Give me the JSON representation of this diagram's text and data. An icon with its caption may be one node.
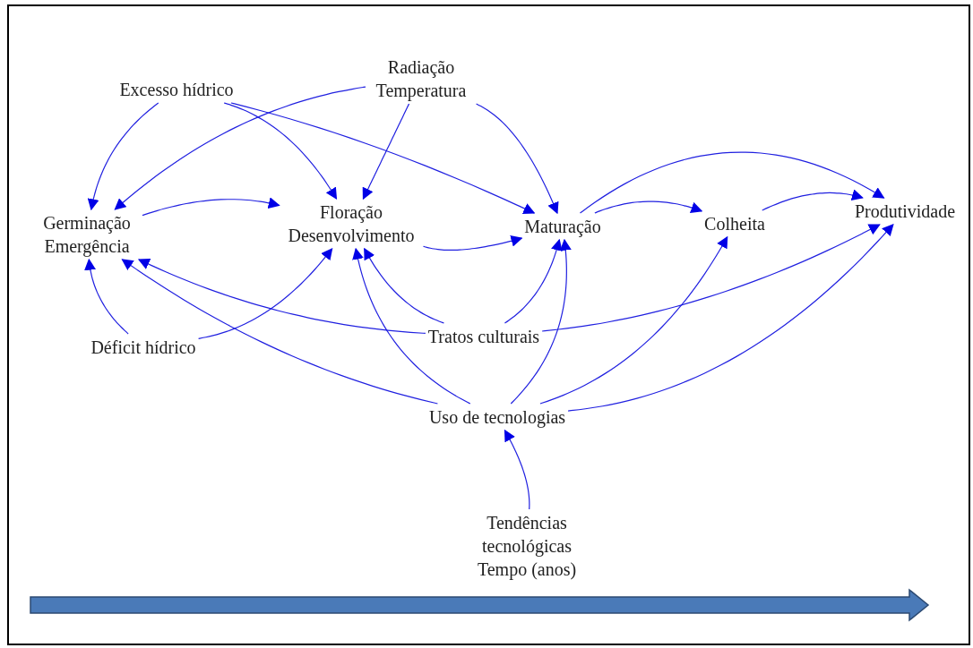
{
  "diagram": {
    "nodes": [
      {
        "text": [
          "Excesso hídrico"
        ]
      },
      {
        "text": [
          "Radiação Temperatura"
        ]
      },
      {
        "text": [
          "Germinação Emergência"
        ]
      },
      {
        "text": [
          "Floração Desenvolvimento"
        ]
      },
      {
        "text": [
          "Maturação"
        ]
      },
      {
        "text": [
          "Colheita"
        ]
      },
      {
        "text": [
          "Produtividade"
        ]
      },
      {
        "text": [
          "Déficit hídrico"
        ]
      },
      {
        "text": [
          "Tratos culturais"
        ]
      },
      {
        "text": [
          "Uso de tecnologias"
        ]
      },
      {
        "text": [
          "Tendências tecnológicas Tempo (anos)"
        ]
      }
    ],
    "edges": [
      {
        "from": 0,
        "to": 2,
        "arrow": "to"
      },
      {
        "from": 0,
        "to": 3,
        "arrow": "to"
      },
      {
        "from": 0,
        "to": 4,
        "arrow": "to"
      },
      {
        "from": 1,
        "to": 2,
        "arrow": "to"
      },
      {
        "from": 1,
        "to": 3,
        "arrow": "to"
      },
      {
        "from": 1,
        "to": 4,
        "arrow": "to"
      },
      {
        "from": 2,
        "to": 3,
        "arrow": "to"
      },
      {
        "from": 3,
        "to": 4,
        "arrow": "to"
      },
      {
        "from": 4,
        "to": 5,
        "arrow": "to"
      },
      {
        "from": 4,
        "to": 6,
        "arrow": "to"
      },
      {
        "from": 5,
        "to": 6,
        "arrow": "to"
      },
      {
        "from": 7,
        "to": 2,
        "arrow": "to"
      },
      {
        "from": 7,
        "to": 3,
        "arrow": "to"
      },
      {
        "from": 8,
        "to": 2,
        "arrow": "to"
      },
      {
        "from": 8,
        "to": 3,
        "arrow": "to"
      },
      {
        "from": 8,
        "to": 4,
        "arrow": "to"
      },
      {
        "from": 8,
        "to": 6,
        "arrow": "to"
      },
      {
        "from": 9,
        "to": 2,
        "arrow": "to"
      },
      {
        "from": 9,
        "to": 3,
        "arrow": "to"
      },
      {
        "from": 9,
        "to": 4,
        "arrow": "to"
      },
      {
        "from": 9,
        "to": 5,
        "arrow": "to"
      },
      {
        "from": 9,
        "to": 6,
        "arrow": "to"
      },
      {
        "from": 10,
        "to": 9,
        "arrow": "to"
      }
    ]
  }
}
